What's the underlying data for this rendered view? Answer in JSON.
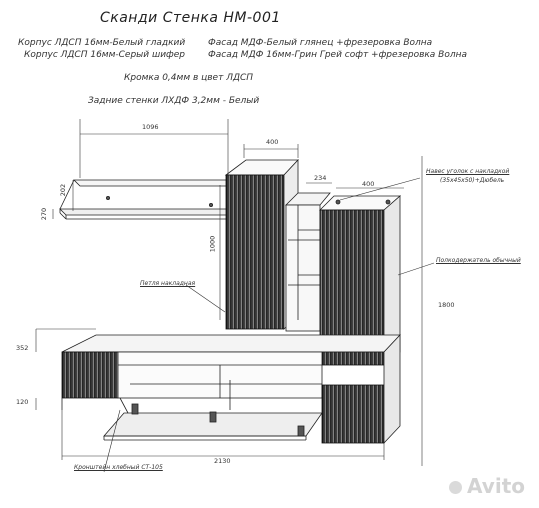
{
  "title": "Сканди Стенка НМ-001",
  "specs": {
    "left1": "Корпус ЛДСП 16мм-Белый гладкий",
    "left2": "Корпус ЛДСП 16мм-Серый шифер",
    "right1": "Фасад МДФ-Белый глянец +фрезеровка Волна",
    "right2": "Фасад МДФ 16мм-Грин Грей софт  +фрезеровка Волна",
    "edge": "Кромка 0,4мм в цвет ЛДСП",
    "back": "Задние стенки ЛХДФ 3,2мм - Белый"
  },
  "dimensions": {
    "shelf_width": "1096",
    "shelf_height": "202",
    "shelf_depth": "270",
    "tall_width": "400",
    "tall_height": "1000",
    "gap_width": "234",
    "right_width": "400",
    "overall_height": "1800",
    "tv_height": "352",
    "tv_gap": "120",
    "tv_width": "2130"
  },
  "callouts": {
    "hinge": "Навес уголок с накладкой",
    "hinge_spec": "(35х45х50)+Дюбель",
    "shelf_holder": "Полкодержатель обычный",
    "loop": "Петля накладная",
    "bracket": "Кронштейн хлебный СТ-105"
  },
  "watermark": "Avito",
  "colors": {
    "line": "#222222",
    "facade": "#3a3a3a",
    "wood": "#efefef"
  }
}
